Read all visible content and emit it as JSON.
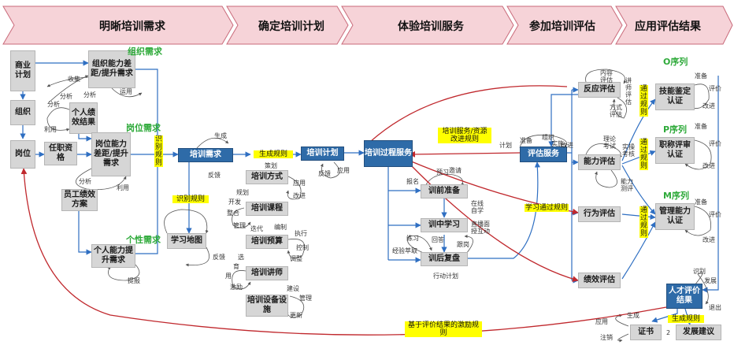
{
  "phases": [
    "明晰培训需求",
    "确定培训计划",
    "体验培训服务",
    "参加培训评估",
    "应用评估结果"
  ],
  "colors": {
    "node_gray": "#d6d6d6",
    "node_blue": "#2e6ba8",
    "highlight": "#ffff00",
    "green_text": "#2eaa3a",
    "arrow_blue": "#2f6fc2",
    "arrow_red": "#c0282d",
    "chevron_pink": "#f6d3d8"
  },
  "nodes": {
    "business_plan": "商业计划",
    "organization": "组织",
    "position": "岗位",
    "org_gap": "组织能力差距/提升需求",
    "personal_results": "个人绩效结果",
    "position_gap": "岗位能力差距/提升需求",
    "job_qualification": "任职资格",
    "employee_plan": "员工绩效方案",
    "personal_gap": "个人能力提升需求",
    "training_needs": "培训需求",
    "learning_map": "学习地图",
    "training_method": "培训方式",
    "training_course": "培训课程",
    "training_budget": "培训预算",
    "training_lecturer": "培训讲师",
    "training_facility": "培训设备设施",
    "training_plan": "培训计划",
    "training_process_service": "培训过程服务",
    "pre_training": "训前准备",
    "in_training": "训中学习",
    "post_training": "训后复盘",
    "evaluation_service": "评估服务",
    "reaction_eval": "反应评估",
    "ability_eval": "能力评估",
    "behavior_eval": "行为评估",
    "performance_eval": "绩效评估",
    "skill_cert": "技能鉴定认证",
    "title_cert": "职称评审认证",
    "mgmt_cert": "管理能力认证",
    "talent_eval": "人才评价结果",
    "certificate": "证书",
    "development_advice": "发展建议"
  },
  "green_labels": {
    "org": "组织需求",
    "post": "岗位需求",
    "indiv": "个性需求",
    "o_series": "O序列",
    "p_series": "P序列",
    "m_series": "M序列"
  },
  "highlights": {
    "identify_rule": "识别规则",
    "identify_rule2": "识别规则",
    "generate_rule": "生成规则",
    "service_rule": "培训服务/资源改进规则",
    "learn_pass": "学习通过规则",
    "pass1": "通过规则",
    "pass2": "通过规则",
    "pass3": "通过规则",
    "incentive": "基于评价结果的激励规则",
    "generate_rule2": "生成规则"
  },
  "labels": {
    "collect": "收集",
    "analyze1": "分析",
    "analyze2": "分析",
    "analyze3": "分析",
    "use1": "利用",
    "use2": "利用",
    "use_org": "运用",
    "generate1": "生成",
    "feedback1": "反馈",
    "feedback2": "反馈",
    "feedback_map": "反馈",
    "report": "提报",
    "plan_m": "策划",
    "apply1": "应用",
    "improve1": "改进",
    "plan2": "规划",
    "develop": "开发",
    "integrate": "整合",
    "manage": "管理",
    "iterate": "迭代",
    "prepare": "编制",
    "execute": "执行",
    "control": "控制",
    "adjust": "调整",
    "select": "选",
    "nurture": "育",
    "use3": "用",
    "incentive": "激励",
    "build": "建设",
    "manage2": "管理",
    "update": "更新",
    "apply_plan": "应用",
    "report2": "报名",
    "prework": "预习",
    "invite": "邀请",
    "online": "在线自学",
    "live": "直播面授互动",
    "practice": "练习",
    "answer": "回答",
    "experience": "经验萃取",
    "followup": "跟岗",
    "action_plan": "行动计划",
    "plan3": "计划",
    "prep2": "准备",
    "organize": "组织",
    "implement": "实施",
    "improve2": "改进",
    "content_eval": "内容评估",
    "lecturer_eval": "讲师评估",
    "method_eval": "方式评估",
    "theory": "理论考试",
    "practical": "实操考核",
    "ability_test": "能力测评",
    "prepare_o": "准备",
    "eval_o": "评价",
    "improve_o": "改进",
    "prepare_p": "准备",
    "eval_p": "评价",
    "improve_p": "改进",
    "prepare_m": "准备",
    "eval_m": "评价",
    "improve_m": "改进",
    "identify": "识别",
    "develop2": "发展",
    "exit": "退出",
    "apply_cert": "应用",
    "generate2": "生成",
    "cancel": "注销",
    "num2": "2"
  }
}
